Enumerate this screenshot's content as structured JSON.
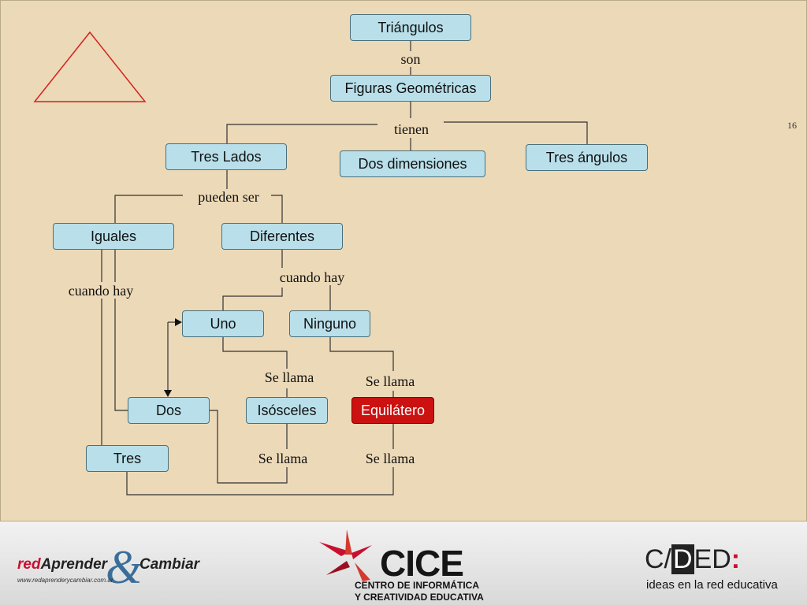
{
  "diagram": {
    "nodes": {
      "triangulos": "Triángulos",
      "figuras": "Figuras Geométricas",
      "tres_lados": "Tres Lados",
      "dos_dimensiones": "Dos dimensiones",
      "tres_angulos": "Tres ángulos",
      "iguales": "Iguales",
      "diferentes": "Diferentes",
      "uno": "Uno",
      "ninguno": "Ninguno",
      "dos": "Dos",
      "isosceles": "Isósceles",
      "equilatero": "Equilátero",
      "tres": "Tres"
    },
    "links": {
      "son": "son",
      "tienen": "tienen",
      "pueden_ser": "pueden ser",
      "cuando_hay_1": "cuando hay",
      "cuando_hay_2": "cuando hay",
      "se_llama_1": "Se llama",
      "se_llama_2": "Se llama",
      "se_llama_3": "Se llama",
      "se_llama_4": "Se llama"
    },
    "colors": {
      "node_fill": "#b9e0ea",
      "highlight_fill": "#cc1111",
      "triangle_stroke": "#d42020"
    }
  },
  "slide": {
    "page_number": "16"
  },
  "footer": {
    "red_aprender": {
      "red": "red",
      "aprender": "Aprender",
      "cambiar": "Cambiar",
      "url": "www.redaprenderycambiar.com.ar"
    },
    "cice": {
      "name": "CICE",
      "line1": "CENTRO DE INFORMÁTICA",
      "line2": "Y CREATIVIDAD EDUCATIVA"
    },
    "cded": {
      "c": "C/",
      "d": "D",
      "ed": "ED",
      "colon": ":",
      "tagline": "ideas en la red educativa"
    }
  }
}
